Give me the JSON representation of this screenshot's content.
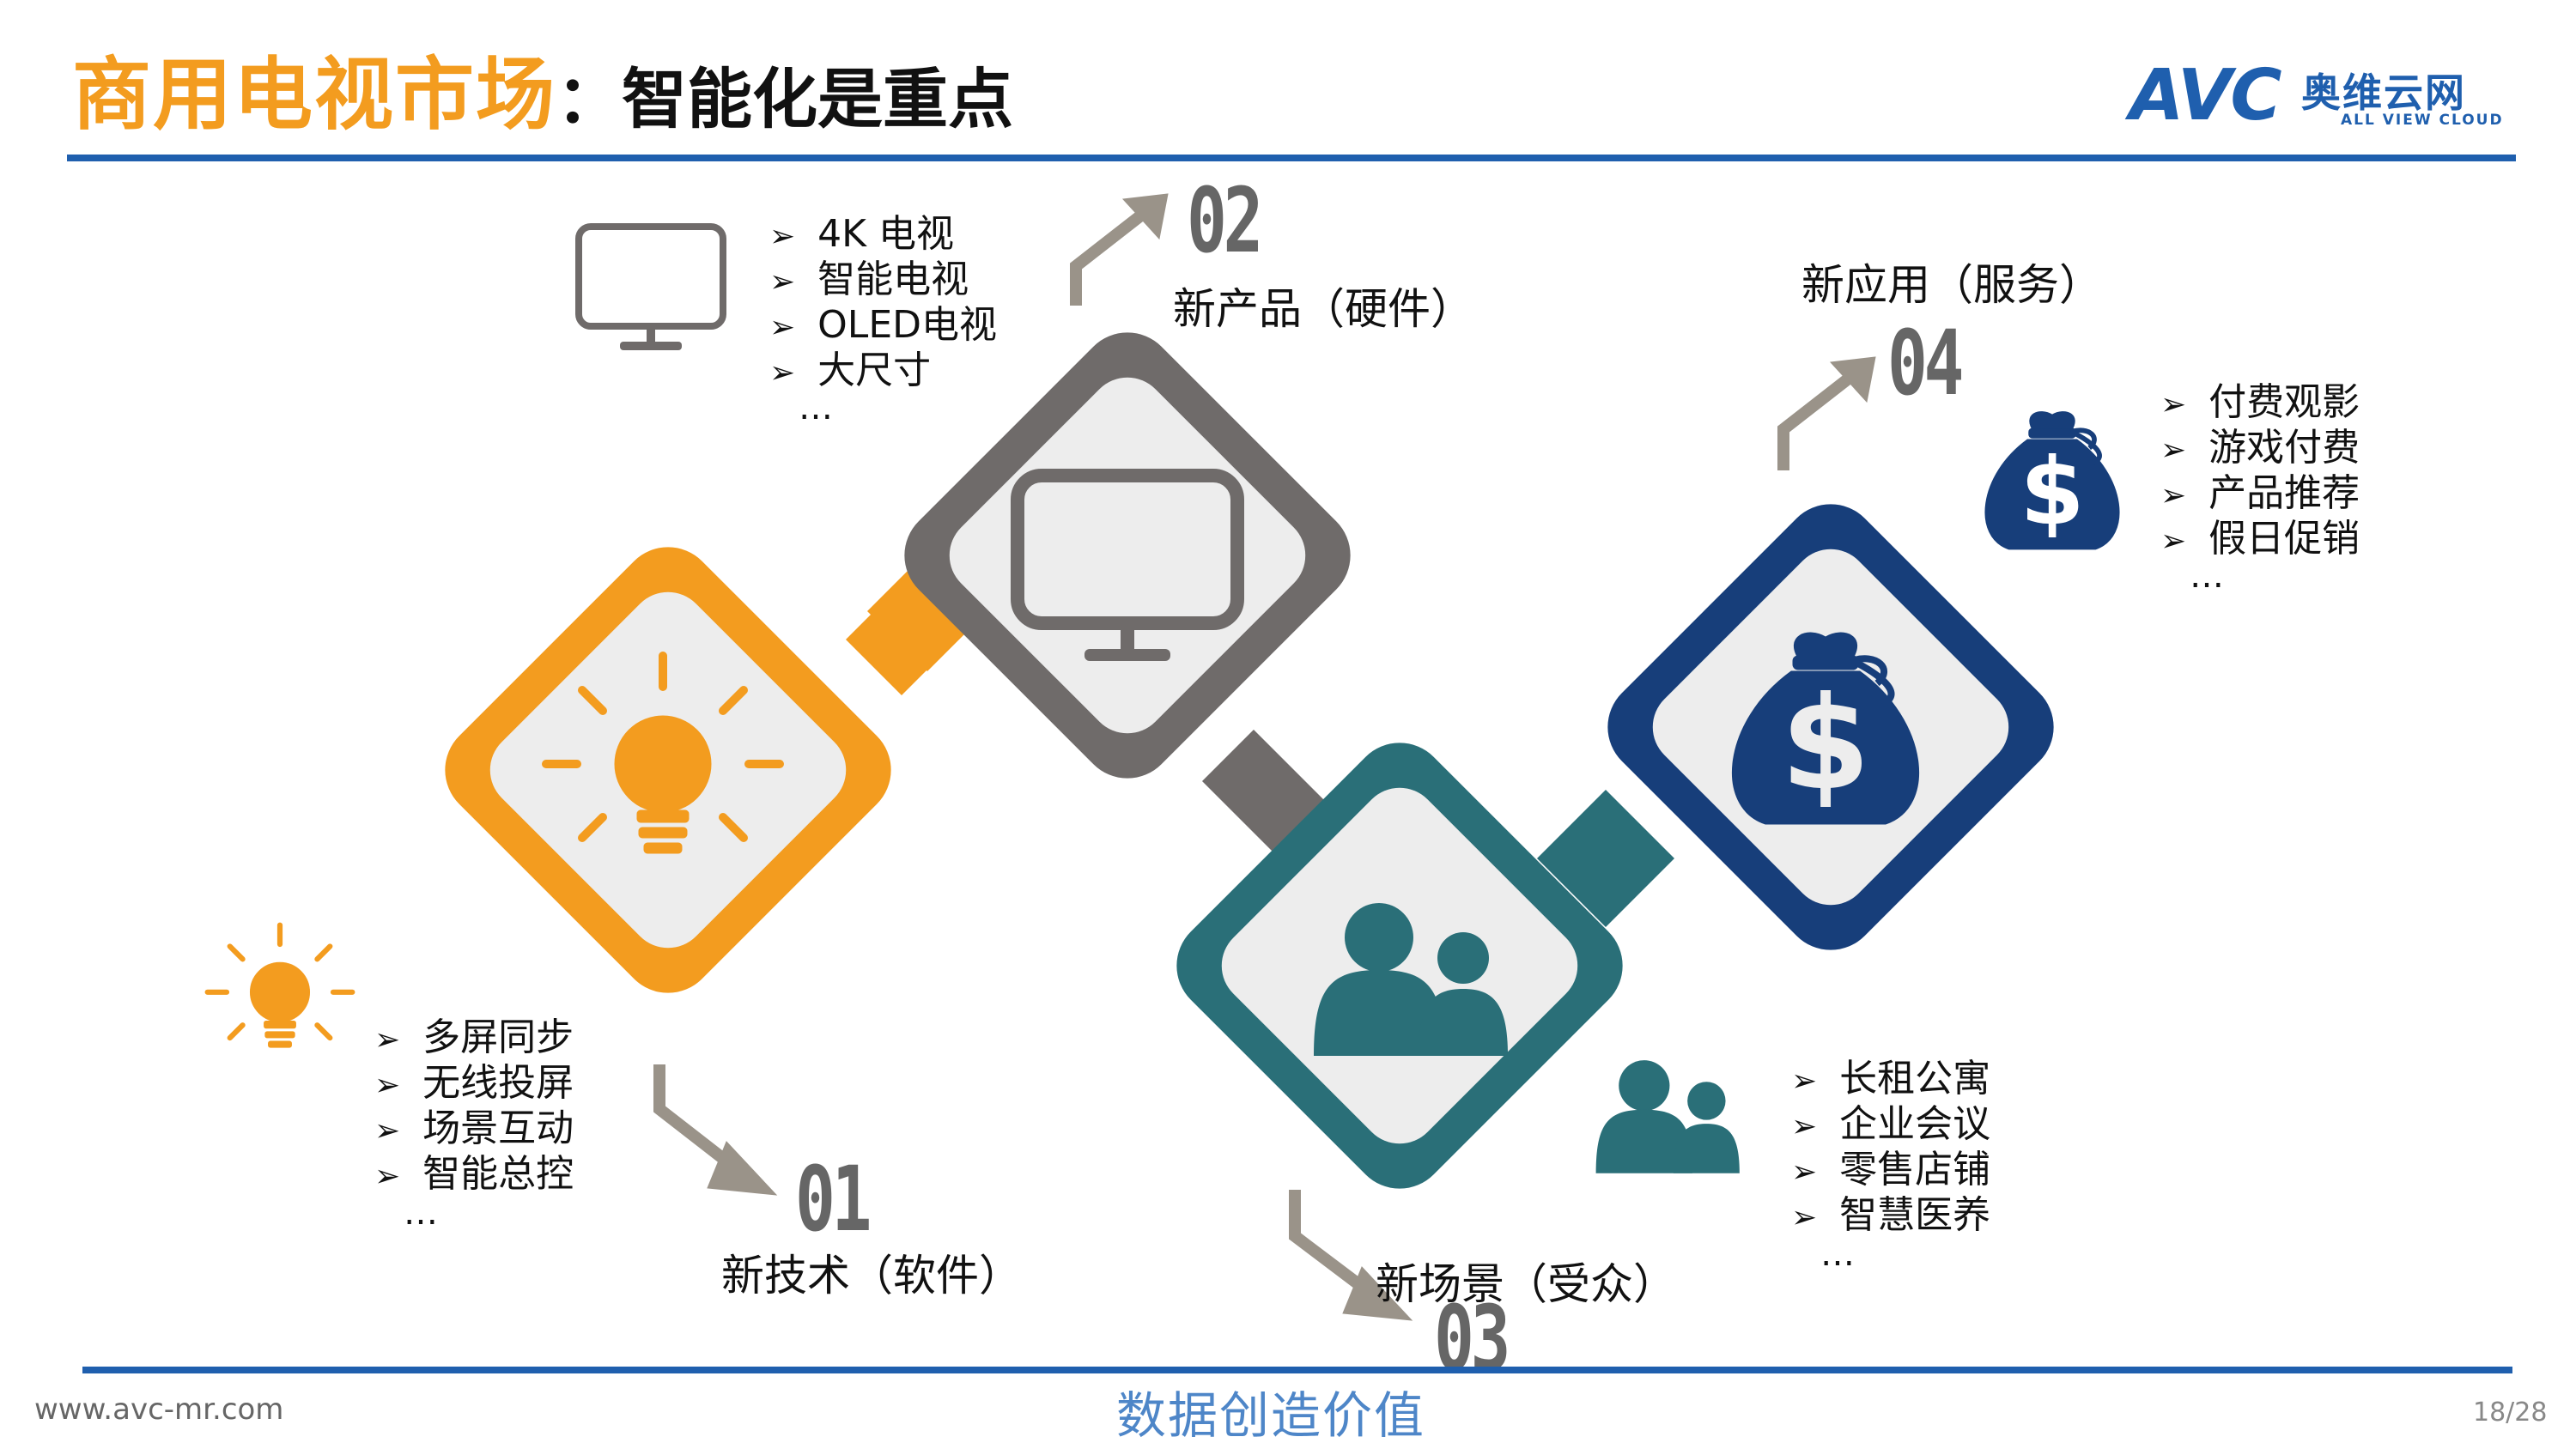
{
  "header": {
    "title_main": "商用电视市场",
    "title_sub": "：智能化是重点",
    "logo": {
      "mark": "AVC",
      "cn": "奥维云网",
      "en": "ALL VIEW CLOUD"
    }
  },
  "steps": [
    {
      "number": "01",
      "caption": "新技术（软件）",
      "icon": "lightbulb-icon",
      "color": "#F39C1F",
      "bullets": [
        "多屏同步",
        "无线投屏",
        "场景互动",
        "智能总控"
      ],
      "more": "…"
    },
    {
      "number": "02",
      "caption": "新产品（硬件）",
      "icon": "monitor-icon",
      "color": "#6F6B6A",
      "bullets": [
        "4K  电视",
        "智能电视",
        "OLED电视",
        "大尺寸"
      ],
      "more": "…"
    },
    {
      "number": "03",
      "caption": "新场景（受众）",
      "icon": "people-icon",
      "color": "#2A6F78",
      "bullets": [
        "长租公寓",
        "企业会议",
        "零售店铺",
        "智慧医养"
      ],
      "more": "…"
    },
    {
      "number": "04",
      "caption": "新应用（服务）",
      "icon": "money-bag-icon",
      "color": "#173E7A",
      "bullets": [
        "付费观影",
        "游戏付费",
        "产品推荐",
        "假日促销"
      ],
      "more": "…"
    }
  ],
  "footer": {
    "url": "www.avc-mr.com",
    "slogan": "数据创造价值",
    "page": "18/28"
  }
}
